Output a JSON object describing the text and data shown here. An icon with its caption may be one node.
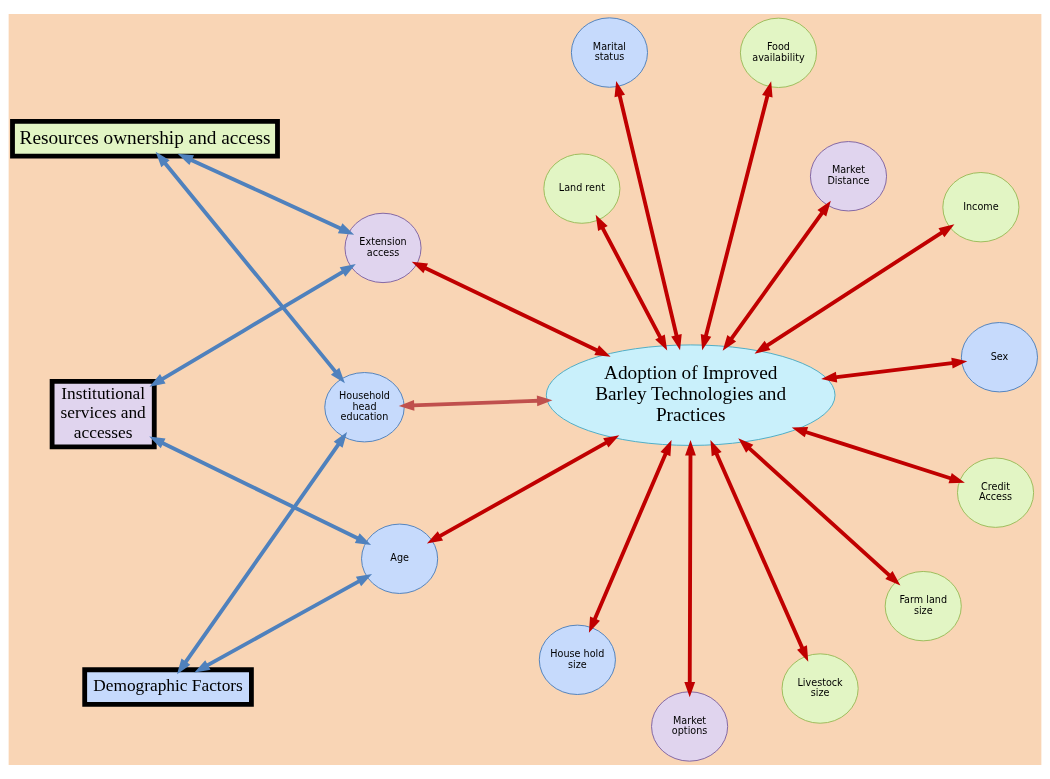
{
  "diagram": {
    "nodes": [
      {
        "text": [
          "Age"
        ]
      },
      {
        "text": [
          "Sex"
        ]
      },
      {
        "text": [
          "Demographic Factors"
        ]
      },
      {
        "text": [
          "Institutional services and accesses"
        ]
      },
      {
        "text": [
          "Market Distance"
        ]
      },
      {
        "text": [
          "Marital status"
        ]
      },
      {
        "text": [
          "House hold size"
        ]
      },
      {
        "text": [
          "Household head education"
        ]
      },
      {
        "text": [
          "Market options"
        ]
      },
      {
        "text": [
          "Adoption of Improved Barley Technologies and Practices"
        ]
      },
      {
        "text": [
          "Extension access"
        ]
      },
      {
        "text": [
          "Land rent"
        ]
      },
      {
        "text": [
          "Credit Access"
        ]
      },
      {
        "text": [
          "Income"
        ]
      },
      {
        "text": [
          "Food availability"
        ]
      },
      {
        "text": [
          "Livestock size"
        ]
      },
      {
        "text": [
          "Farm land size"
        ]
      },
      {
        "text": [
          "Resources ownership and access"
        ]
      }
    ],
    "edges": [
      {
        "from": 0,
        "to": 2,
        "arrow": "both",
        "color": "#4f81bd"
      },
      {
        "from": 0,
        "to": 3,
        "arrow": "both",
        "color": "#4f81bd"
      },
      {
        "from": 2,
        "to": 7,
        "arrow": "both",
        "color": "#4f81bd"
      },
      {
        "from": 3,
        "to": 10,
        "arrow": "both",
        "color": "#4f81bd"
      },
      {
        "from": 10,
        "to": 17,
        "arrow": "both",
        "color": "#4f81bd"
      },
      {
        "from": 7,
        "to": 17,
        "arrow": "both",
        "color": "#4f81bd"
      },
      {
        "from": 9,
        "to": 4,
        "arrow": "both"
      },
      {
        "from": 9,
        "to": 0,
        "arrow": "both"
      },
      {
        "from": 9,
        "to": 1,
        "arrow": "both"
      },
      {
        "from": 9,
        "to": 5,
        "arrow": "both"
      },
      {
        "from": 9,
        "to": 6,
        "arrow": "both"
      },
      {
        "from": 9,
        "to": 7,
        "arrow": "both",
        "color": "#c0504d"
      },
      {
        "from": 9,
        "to": 8,
        "arrow": "both"
      },
      {
        "from": 9,
        "to": 10,
        "arrow": "both"
      },
      {
        "from": 9,
        "to": 12,
        "arrow": "both"
      },
      {
        "from": 9,
        "to": 13,
        "arrow": "both"
      },
      {
        "from": 9,
        "to": 14,
        "arrow": "both"
      },
      {
        "from": 9,
        "to": 15,
        "arrow": "both"
      },
      {
        "from": 9,
        "to": 11,
        "arrow": "both"
      },
      {
        "from": 9,
        "to": 16,
        "arrow": "both"
      }
    ]
  }
}
